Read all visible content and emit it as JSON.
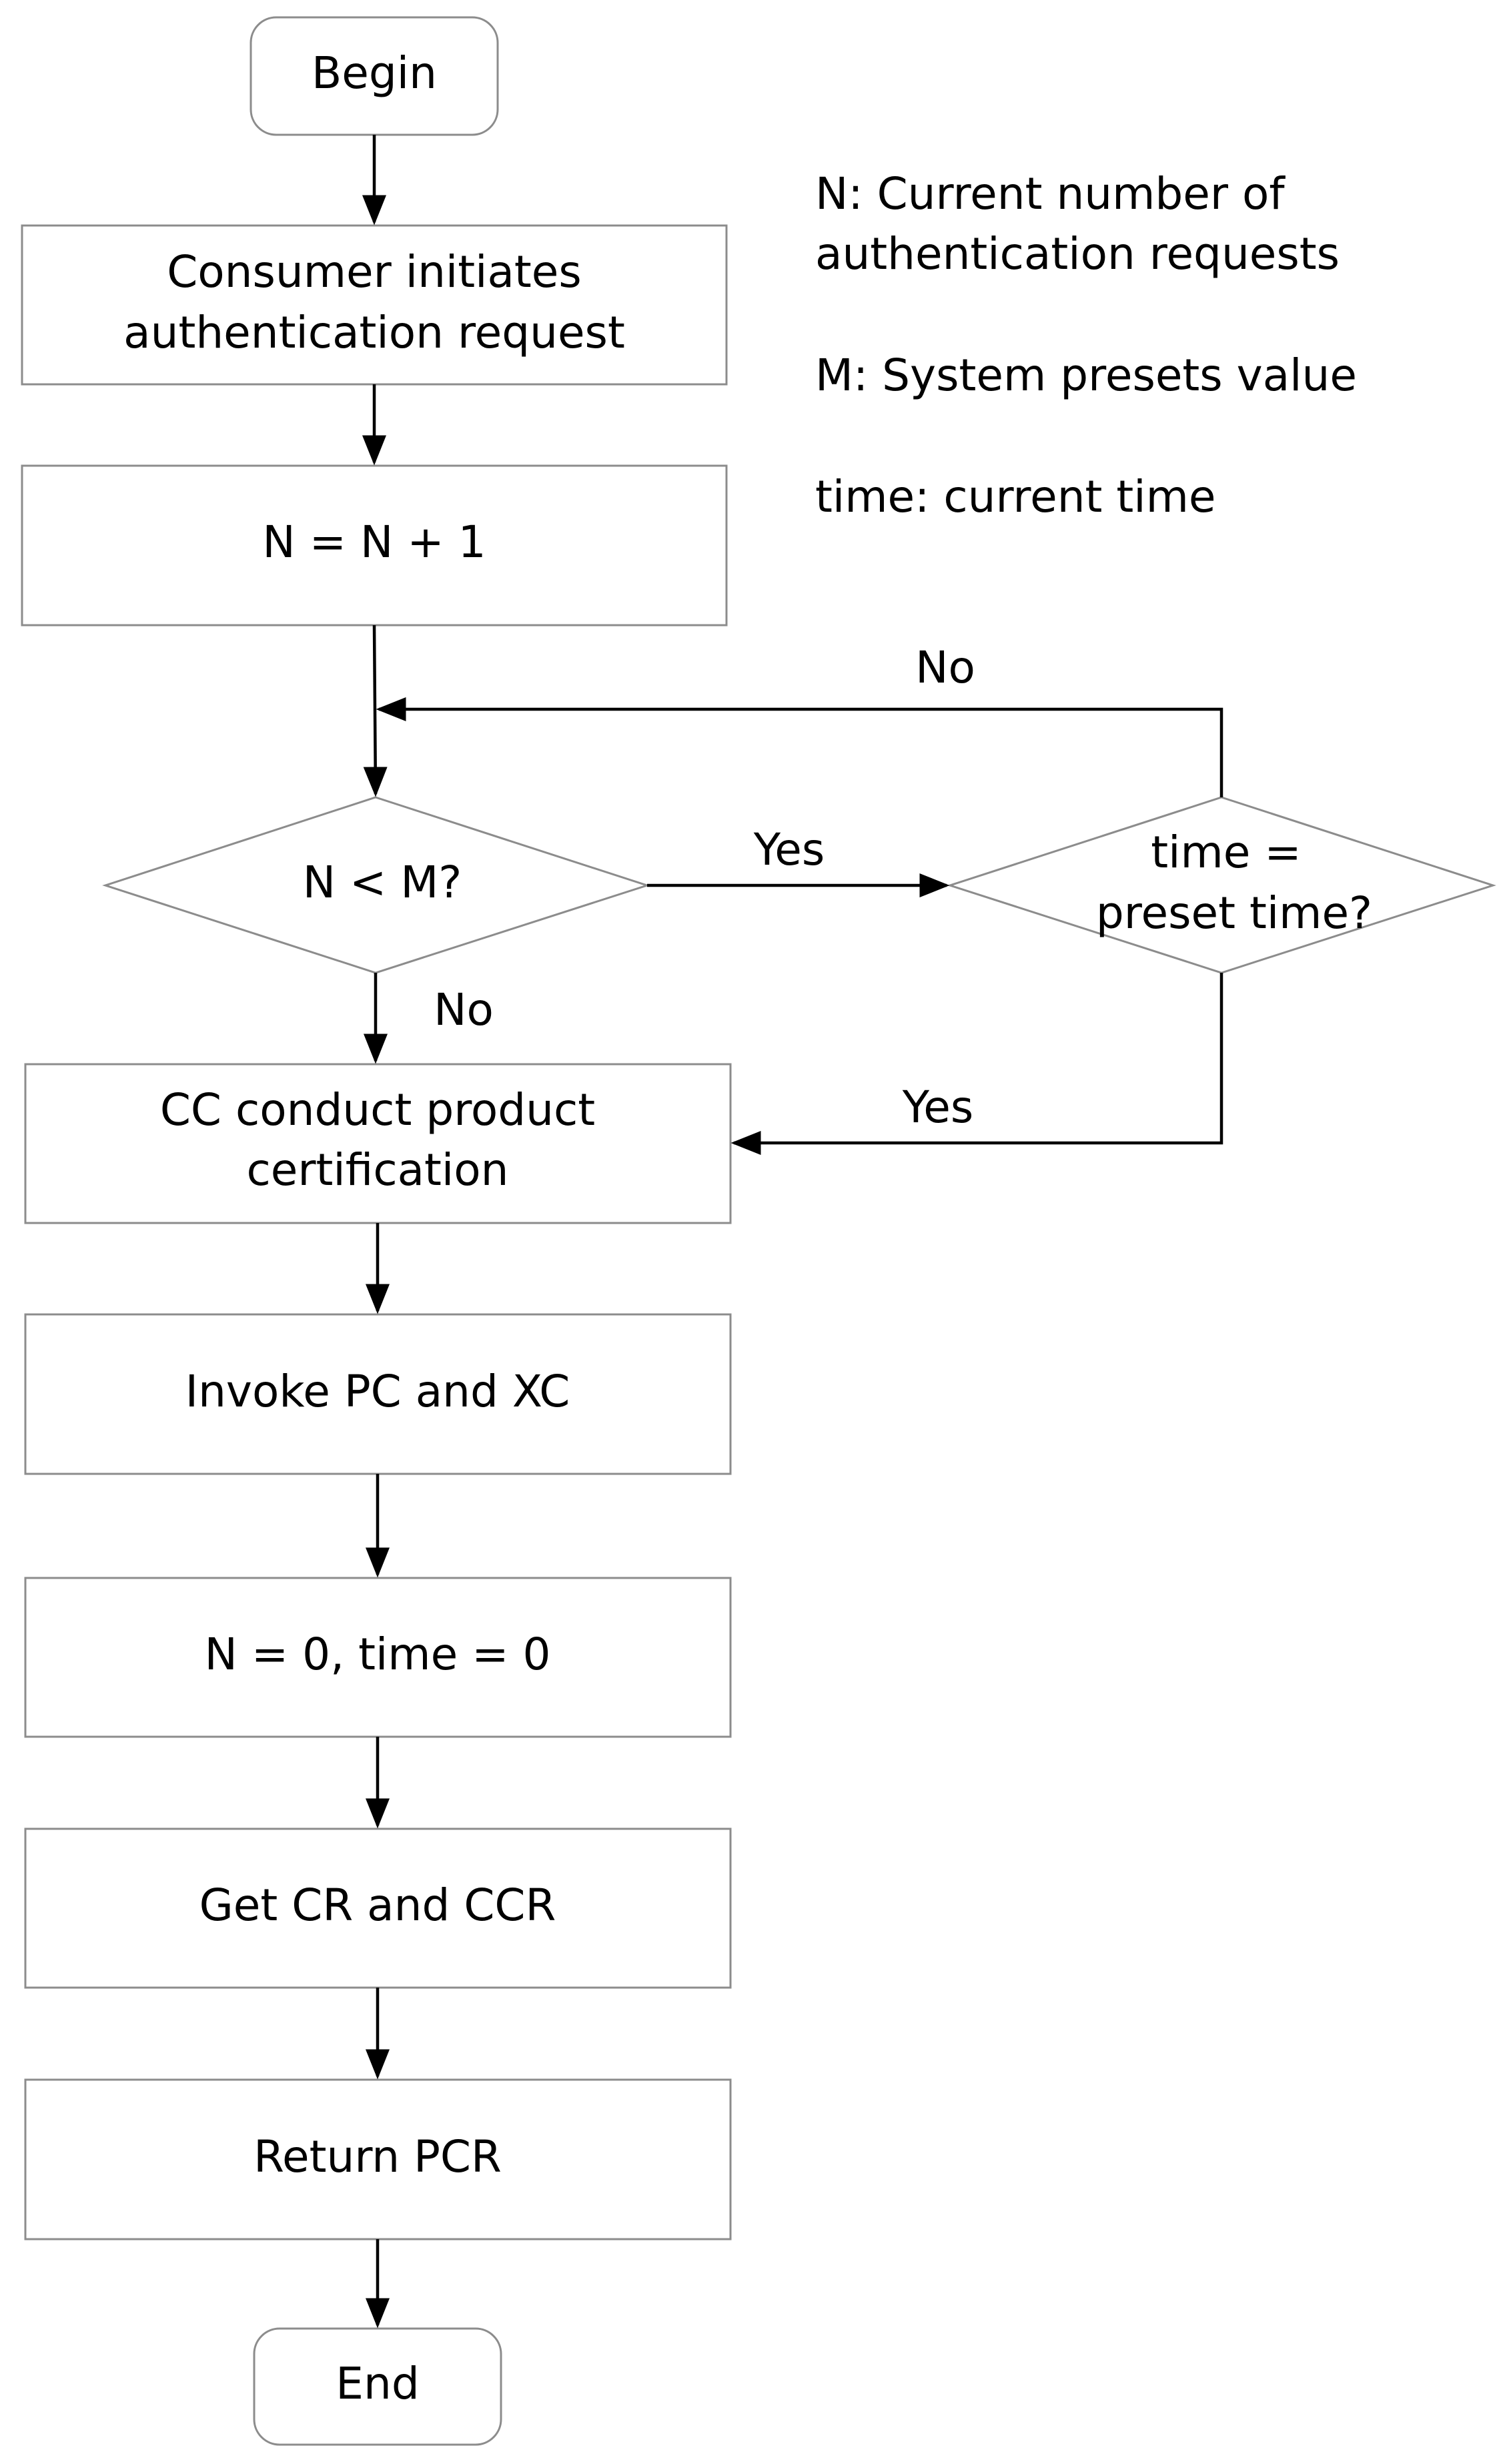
{
  "nodes": {
    "begin": "Begin",
    "consumer_request": [
      "Consumer initiates",
      "authentication request"
    ],
    "increment_n": "N = N + 1",
    "check_n_lt_m": "N < M?",
    "check_time": [
      "time =",
      "preset time?"
    ],
    "cc_certification": [
      "CC conduct product",
      "certification"
    ],
    "invoke_pc_xc": "Invoke PC and XC",
    "reset_counters": "N = 0, time = 0",
    "get_cr_ccr": "Get CR and CCR",
    "return_pcr": "Return PCR",
    "end": "End"
  },
  "edge_labels": {
    "time_no": "No",
    "nm_yes": "Yes",
    "nm_no": "No",
    "time_yes": "Yes"
  },
  "legend": {
    "n_line1": "N: Current number of",
    "n_line2": "authentication requests",
    "m_def": "M: System presets value",
    "time_def": "time: current time"
  }
}
